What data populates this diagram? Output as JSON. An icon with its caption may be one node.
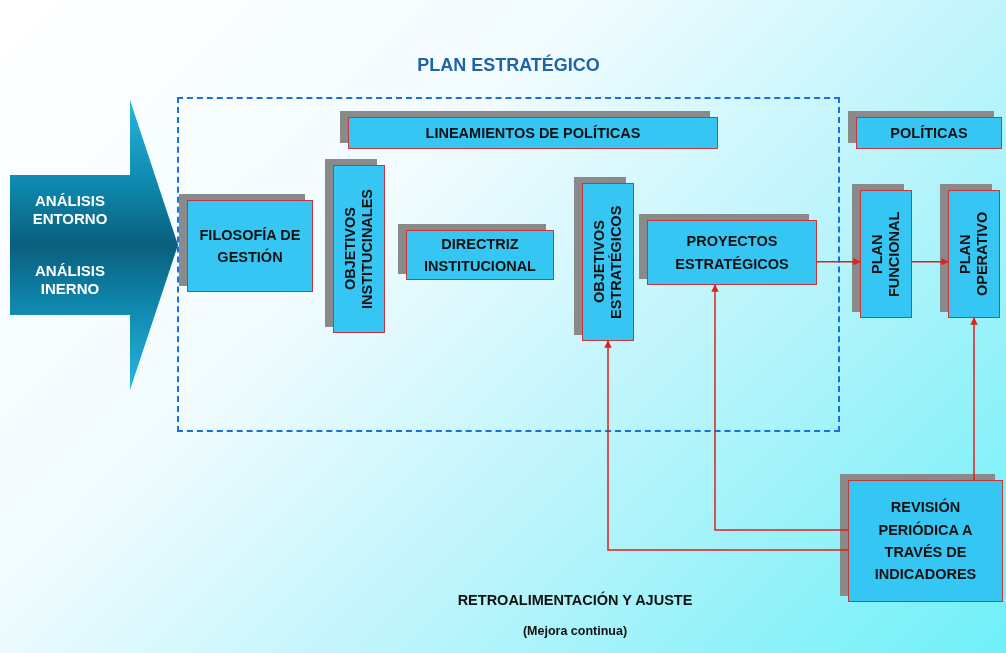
{
  "diagram": {
    "nodes": [
      {
        "text": [
          "ANÁLISIS ENTORNO",
          "ANÁLISIS INERNO"
        ]
      },
      {
        "text": [
          "PLAN ESTRATÉGICO"
        ]
      },
      {
        "text": [
          "LINEAMIENTOS DE POLÍTICAS"
        ],
        "in": 1
      },
      {
        "text": [
          "FILOSOFÍA DE GESTIÓN"
        ],
        "in": 1
      },
      {
        "text": [
          "OBJETIVOS INSTITUCINALES"
        ],
        "in": 1
      },
      {
        "text": [
          "DIRECTRIZ INSTITUCIONAL"
        ],
        "in": 1
      },
      {
        "text": [
          "OBJETIVOS ESTRATÉGICOS"
        ],
        "in": 1
      },
      {
        "text": [
          "PROYECTOS ESTRATÉGICOS"
        ],
        "in": 1
      },
      {
        "text": [
          "POLÍTICAS"
        ]
      },
      {
        "text": [
          "PLAN FUNCIONAL"
        ]
      },
      {
        "text": [
          "PLAN OPERATIVO"
        ]
      },
      {
        "text": [
          "REVISIÓN PERIÓDICA A TRAVÉS DE INDICADORES"
        ]
      }
    ],
    "edges": [
      {
        "from": 7,
        "to": 9,
        "arrow": "to"
      },
      {
        "from": 9,
        "to": 10,
        "arrow": "to"
      },
      {
        "from": 11,
        "to": 10,
        "arrow": "to"
      },
      {
        "from": 11,
        "to": 7,
        "arrow": "to"
      },
      {
        "from": 11,
        "to": 6,
        "arrow": "to"
      }
    ],
    "labels": [
      "RETROALIMENTACIÓN Y AJUSTE",
      "(Mejora continua)"
    ]
  }
}
